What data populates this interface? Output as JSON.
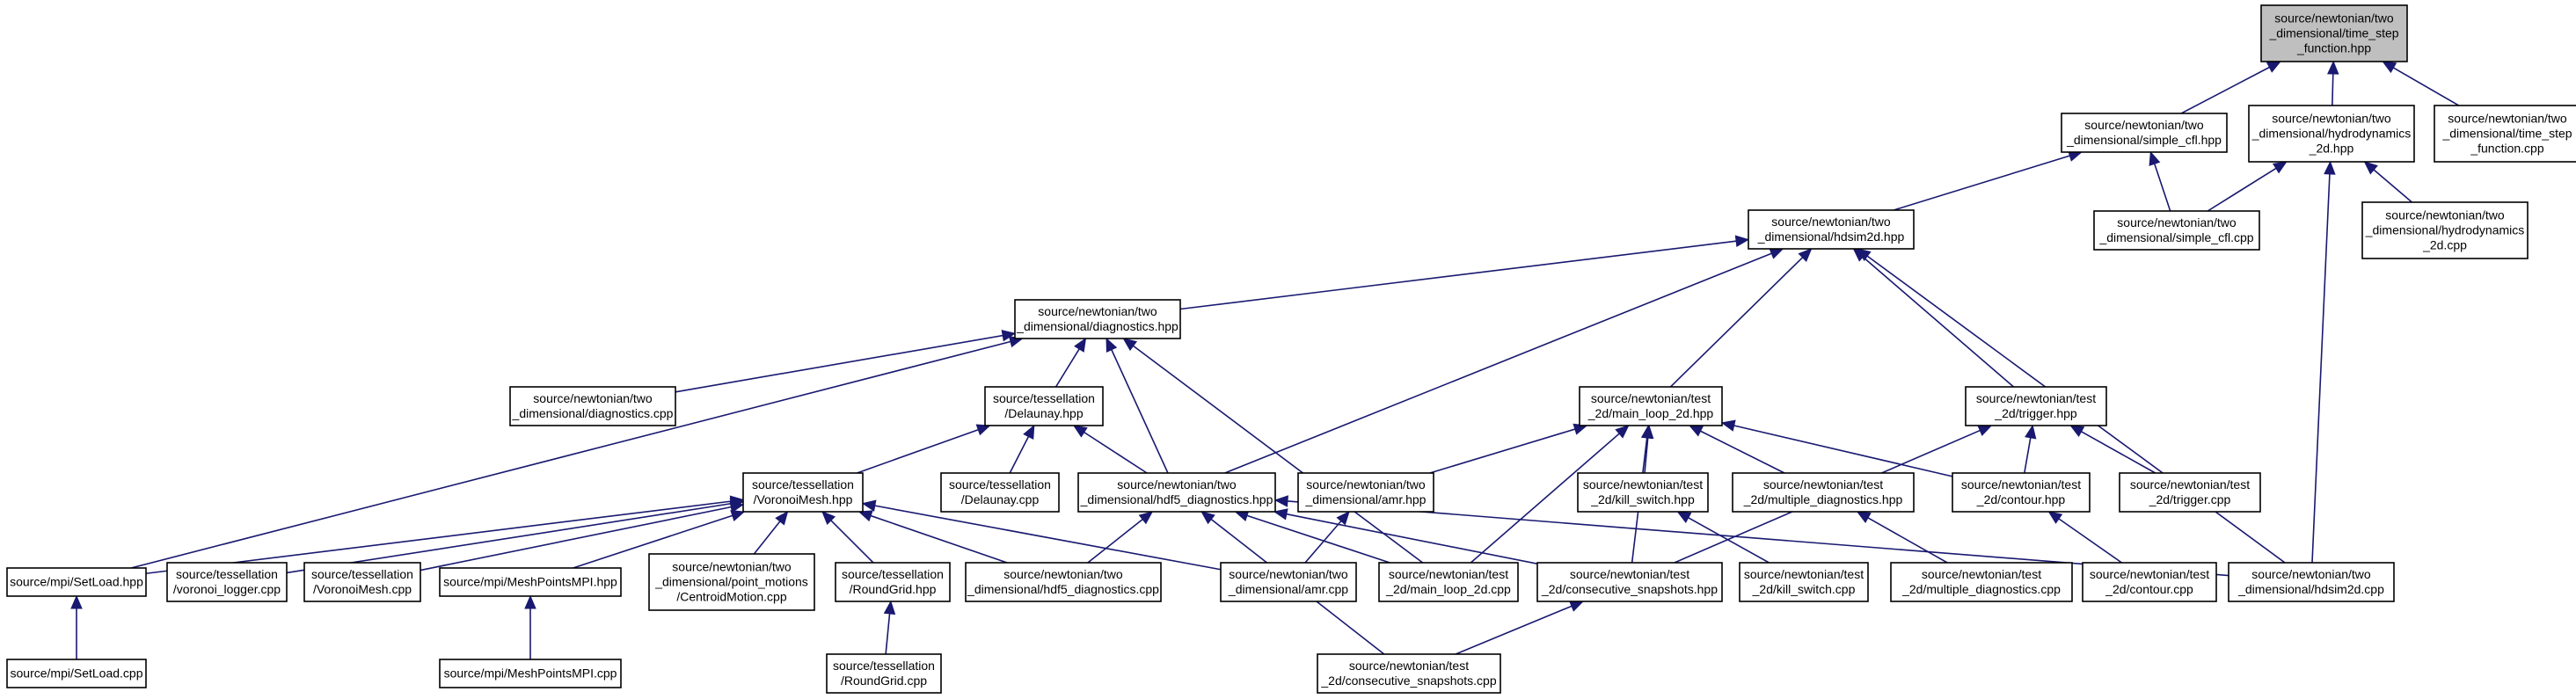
{
  "nodes": [
    {
      "id": "time_step_function_hpp",
      "lines": [
        "source/newtonian/two",
        "_dimensional/time_step",
        "_function.hpp"
      ],
      "root": true
    },
    {
      "id": "simple_cfl_hpp",
      "lines": [
        "source/newtonian/two",
        "_dimensional/simple_cfl.hpp"
      ]
    },
    {
      "id": "hydrodynamics_2d_hpp",
      "lines": [
        "source/newtonian/two",
        "_dimensional/hydrodynamics",
        "_2d.hpp"
      ]
    },
    {
      "id": "time_step_function_cpp",
      "lines": [
        "source/newtonian/two",
        "_dimensional/time_step",
        "_function.cpp"
      ]
    },
    {
      "id": "hdsim2d_hpp",
      "lines": [
        "source/newtonian/two",
        "_dimensional/hdsim2d.hpp"
      ]
    },
    {
      "id": "simple_cfl_cpp",
      "lines": [
        "source/newtonian/two",
        "_dimensional/simple_cfl.cpp"
      ]
    },
    {
      "id": "hydrodynamics_2d_cpp",
      "lines": [
        "source/newtonian/two",
        "_dimensional/hydrodynamics",
        "_2d.cpp"
      ]
    },
    {
      "id": "diagnostics_hpp",
      "lines": [
        "source/newtonian/two",
        "_dimensional/diagnostics.hpp"
      ]
    },
    {
      "id": "diagnostics_cpp",
      "lines": [
        "source/newtonian/two",
        "_dimensional/diagnostics.cpp"
      ]
    },
    {
      "id": "delaunay_hpp",
      "lines": [
        "source/tessellation",
        "/Delaunay.hpp"
      ]
    },
    {
      "id": "main_loop_2d_hpp",
      "lines": [
        "source/newtonian/test",
        "_2d/main_loop_2d.hpp"
      ]
    },
    {
      "id": "trigger_hpp",
      "lines": [
        "source/newtonian/test",
        "_2d/trigger.hpp"
      ]
    },
    {
      "id": "voronoimesh_hpp",
      "lines": [
        "source/tessellation",
        "/VoronoiMesh.hpp"
      ]
    },
    {
      "id": "delaunay_cpp",
      "lines": [
        "source/tessellation",
        "/Delaunay.cpp"
      ]
    },
    {
      "id": "hdf5_diagnostics_hpp",
      "lines": [
        "source/newtonian/two",
        "_dimensional/hdf5_diagnostics.hpp"
      ]
    },
    {
      "id": "amr_hpp",
      "lines": [
        "source/newtonian/two",
        "_dimensional/amr.hpp"
      ]
    },
    {
      "id": "kill_switch_hpp",
      "lines": [
        "source/newtonian/test",
        "_2d/kill_switch.hpp"
      ]
    },
    {
      "id": "multiple_diagnostics_hpp",
      "lines": [
        "source/newtonian/test",
        "_2d/multiple_diagnostics.hpp"
      ]
    },
    {
      "id": "contour_hpp",
      "lines": [
        "source/newtonian/test",
        "_2d/contour.hpp"
      ]
    },
    {
      "id": "trigger_cpp",
      "lines": [
        "source/newtonian/test",
        "_2d/trigger.cpp"
      ]
    },
    {
      "id": "setload_hpp",
      "lines": [
        "source/mpi/SetLoad.hpp"
      ]
    },
    {
      "id": "voronoi_logger_cpp",
      "lines": [
        "source/tessellation",
        "/voronoi_logger.cpp"
      ]
    },
    {
      "id": "voronoimesh_cpp",
      "lines": [
        "source/tessellation",
        "/VoronoiMesh.cpp"
      ]
    },
    {
      "id": "meshpointsmpi_hpp",
      "lines": [
        "source/mpi/MeshPointsMPI.hpp"
      ]
    },
    {
      "id": "centroidmotion_cpp",
      "lines": [
        "source/newtonian/two",
        "_dimensional/point_motions",
        "/CentroidMotion.cpp"
      ]
    },
    {
      "id": "roundgrid_hpp",
      "lines": [
        "source/tessellation",
        "/RoundGrid.hpp"
      ]
    },
    {
      "id": "hdf5_diagnostics_cpp",
      "lines": [
        "source/newtonian/two",
        "_dimensional/hdf5_diagnostics.cpp"
      ]
    },
    {
      "id": "amr_cpp",
      "lines": [
        "source/newtonian/two",
        "_dimensional/amr.cpp"
      ]
    },
    {
      "id": "main_loop_2d_cpp",
      "lines": [
        "source/newtonian/test",
        "_2d/main_loop_2d.cpp"
      ]
    },
    {
      "id": "consecutive_snapshots_hpp",
      "lines": [
        "source/newtonian/test",
        "_2d/consecutive_snapshots.hpp"
      ]
    },
    {
      "id": "kill_switch_cpp",
      "lines": [
        "source/newtonian/test",
        "_2d/kill_switch.cpp"
      ]
    },
    {
      "id": "multiple_diagnostics_cpp",
      "lines": [
        "source/newtonian/test",
        "_2d/multiple_diagnostics.cpp"
      ]
    },
    {
      "id": "contour_cpp",
      "lines": [
        "source/newtonian/test",
        "_2d/contour.cpp"
      ]
    },
    {
      "id": "hdsim2d_cpp",
      "lines": [
        "source/newtonian/two",
        "_dimensional/hdsim2d.cpp"
      ]
    },
    {
      "id": "setload_cpp",
      "lines": [
        "source/mpi/SetLoad.cpp"
      ]
    },
    {
      "id": "meshpointsmpi_cpp",
      "lines": [
        "source/mpi/MeshPointsMPI.cpp"
      ]
    },
    {
      "id": "roundgrid_cpp",
      "lines": [
        "source/tessellation",
        "/RoundGrid.cpp"
      ]
    },
    {
      "id": "consecutive_snapshots_cpp",
      "lines": [
        "source/newtonian/test",
        "_2d/consecutive_snapshots.cpp"
      ]
    }
  ],
  "edges": [
    {
      "from": "simple_cfl_hpp",
      "to": "time_step_function_hpp"
    },
    {
      "from": "hydrodynamics_2d_hpp",
      "to": "time_step_function_hpp"
    },
    {
      "from": "time_step_function_cpp",
      "to": "time_step_function_hpp"
    },
    {
      "from": "hdsim2d_hpp",
      "to": "simple_cfl_hpp"
    },
    {
      "from": "simple_cfl_cpp",
      "to": "simple_cfl_hpp"
    },
    {
      "from": "simple_cfl_cpp",
      "to": "hydrodynamics_2d_hpp"
    },
    {
      "from": "hydrodynamics_2d_cpp",
      "to": "hydrodynamics_2d_hpp"
    },
    {
      "from": "hdsim2d_cpp",
      "to": "hydrodynamics_2d_hpp"
    },
    {
      "from": "diagnostics_hpp",
      "to": "hdsim2d_hpp"
    },
    {
      "from": "hdf5_diagnostics_hpp",
      "to": "hdsim2d_hpp"
    },
    {
      "from": "main_loop_2d_hpp",
      "to": "hdsim2d_hpp"
    },
    {
      "from": "trigger_hpp",
      "to": "hdsim2d_hpp"
    },
    {
      "from": "hdsim2d_cpp",
      "to": "hdsim2d_hpp"
    },
    {
      "from": "diagnostics_cpp",
      "to": "diagnostics_hpp"
    },
    {
      "from": "delaunay_hpp",
      "to": "diagnostics_hpp"
    },
    {
      "from": "hdf5_diagnostics_hpp",
      "to": "diagnostics_hpp"
    },
    {
      "from": "setload_hpp",
      "to": "diagnostics_hpp"
    },
    {
      "from": "main_loop_2d_cpp",
      "to": "diagnostics_hpp"
    },
    {
      "from": "voronoimesh_hpp",
      "to": "delaunay_hpp"
    },
    {
      "from": "delaunay_cpp",
      "to": "delaunay_hpp"
    },
    {
      "from": "hdf5_diagnostics_hpp",
      "to": "delaunay_hpp"
    },
    {
      "from": "amr_hpp",
      "to": "main_loop_2d_hpp"
    },
    {
      "from": "kill_switch_hpp",
      "to": "main_loop_2d_hpp"
    },
    {
      "from": "multiple_diagnostics_hpp",
      "to": "main_loop_2d_hpp"
    },
    {
      "from": "contour_hpp",
      "to": "main_loop_2d_hpp"
    },
    {
      "from": "main_loop_2d_cpp",
      "to": "main_loop_2d_hpp"
    },
    {
      "from": "consecutive_snapshots_hpp",
      "to": "main_loop_2d_hpp"
    },
    {
      "from": "contour_hpp",
      "to": "trigger_hpp"
    },
    {
      "from": "trigger_cpp",
      "to": "trigger_hpp"
    },
    {
      "from": "consecutive_snapshots_hpp",
      "to": "trigger_hpp"
    },
    {
      "from": "setload_hpp",
      "to": "voronoimesh_hpp"
    },
    {
      "from": "voronoi_logger_cpp",
      "to": "voronoimesh_hpp"
    },
    {
      "from": "voronoimesh_cpp",
      "to": "voronoimesh_hpp"
    },
    {
      "from": "meshpointsmpi_hpp",
      "to": "voronoimesh_hpp"
    },
    {
      "from": "centroidmotion_cpp",
      "to": "voronoimesh_hpp"
    },
    {
      "from": "roundgrid_hpp",
      "to": "voronoimesh_hpp"
    },
    {
      "from": "hdf5_diagnostics_cpp",
      "to": "voronoimesh_hpp"
    },
    {
      "from": "amr_cpp",
      "to": "voronoimesh_hpp"
    },
    {
      "from": "hdf5_diagnostics_cpp",
      "to": "hdf5_diagnostics_hpp"
    },
    {
      "from": "main_loop_2d_cpp",
      "to": "hdf5_diagnostics_hpp"
    },
    {
      "from": "consecutive_snapshots_hpp",
      "to": "hdf5_diagnostics_hpp"
    },
    {
      "from": "hdsim2d_cpp",
      "to": "hdf5_diagnostics_hpp"
    },
    {
      "from": "consecutive_snapshots_cpp",
      "to": "hdf5_diagnostics_hpp"
    },
    {
      "from": "amr_cpp",
      "to": "amr_hpp"
    },
    {
      "from": "kill_switch_cpp",
      "to": "kill_switch_hpp"
    },
    {
      "from": "multiple_diagnostics_cpp",
      "to": "multiple_diagnostics_hpp"
    },
    {
      "from": "contour_cpp",
      "to": "contour_hpp"
    },
    {
      "from": "setload_cpp",
      "to": "setload_hpp"
    },
    {
      "from": "meshpointsmpi_cpp",
      "to": "meshpointsmpi_hpp"
    },
    {
      "from": "roundgrid_cpp",
      "to": "roundgrid_hpp"
    },
    {
      "from": "consecutive_snapshots_cpp",
      "to": "consecutive_snapshots_hpp"
    }
  ]
}
